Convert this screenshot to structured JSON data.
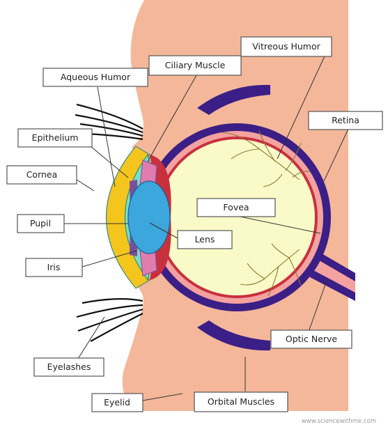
{
  "diagram": {
    "labels": {
      "aqueous_humor": "Aqueous Humor",
      "ciliary_muscle": "Ciliary Muscle",
      "vitreous_humor": "Vitreous Humor",
      "retina": "Retina",
      "epithelium": "Epithelium",
      "cornea": "Cornea",
      "fovea": "Fovea",
      "pupil": "Pupil",
      "lens": "Lens",
      "iris": "Iris",
      "optic_nerve": "Optic Nerve",
      "eyelashes": "Eyelashes",
      "eyelid": "Eyelid",
      "orbital_muscles": "Orbital Muscles"
    },
    "credit": "www.sciencewithme.com"
  },
  "colors": {
    "skin": "#f4b79a",
    "sclera_outer": "#3b1f86",
    "choroid": "#c9303e",
    "retina_band": "#f3a2a0",
    "vitreous": "#fafac9",
    "cornea": "#f3c51d",
    "aqueous": "#78e0c4",
    "lens": "#3ba7dc",
    "iris": "#7b4f9c",
    "ciliary": "#e07cae",
    "vessels": "#8a7a2a"
  }
}
